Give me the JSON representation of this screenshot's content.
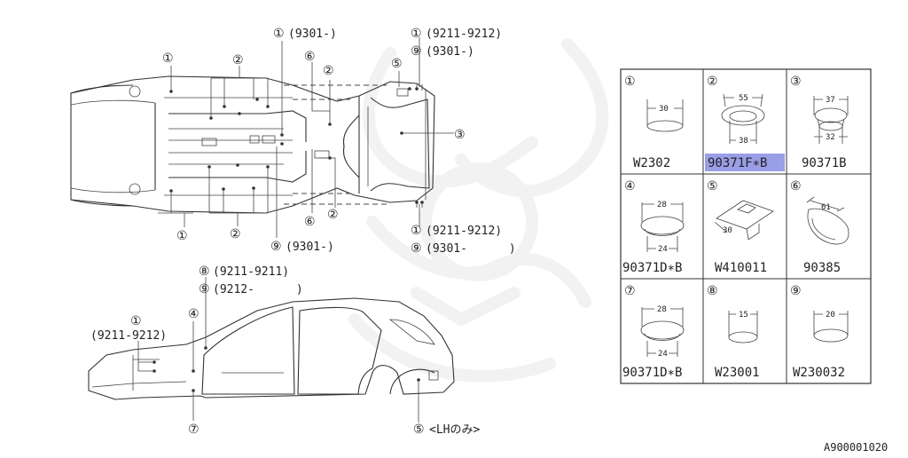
{
  "underbody": {
    "callouts": {
      "c1_top": {
        "num": "①",
        "text": ""
      },
      "c1_9301": {
        "num": "①",
        "text": "(9301-)"
      },
      "c1_9211_top": {
        "num": "①",
        "text": "(9211-9212)"
      },
      "c9_9301_top": {
        "num": "⑨",
        "text": "(9301-)"
      },
      "c2_top": {
        "num": "②",
        "text": ""
      },
      "c6_top": {
        "num": "⑥",
        "text": ""
      },
      "c2_mid": {
        "num": "②",
        "text": ""
      },
      "c5_top": {
        "num": "⑤",
        "text": ""
      },
      "c3_right": {
        "num": "③",
        "text": ""
      },
      "c6_bot": {
        "num": "⑥",
        "text": ""
      },
      "c2_bot_r": {
        "num": "②",
        "text": ""
      },
      "c1_bot": {
        "num": "①",
        "text": ""
      },
      "c2_bot": {
        "num": "②",
        "text": ""
      },
      "c9_9301_bot": {
        "num": "⑨",
        "text": "(9301-)"
      },
      "c1_9211_bot": {
        "num": "①",
        "text": "(9211-9212)"
      },
      "c9_9301_bot2": {
        "num": "⑨",
        "text": "(9301-      )"
      }
    }
  },
  "sidebody": {
    "callouts": {
      "c8": {
        "num": "⑧",
        "text": "(9211-9211)"
      },
      "c9": {
        "num": "⑨",
        "text": "(9212-      )"
      },
      "c1_num": "①",
      "c1_text": "(9211-9212)",
      "c4": "④",
      "c7": "⑦",
      "c5": {
        "num": "⑤",
        "text": "<LHのみ>"
      }
    }
  },
  "parts_table": {
    "cells": [
      {
        "num": "①",
        "part": "W2302",
        "dims": [
          "30"
        ],
        "highlighted": false
      },
      {
        "num": "②",
        "part": "90371F∗B",
        "dims": [
          "55",
          "38"
        ],
        "highlighted": true
      },
      {
        "num": "③",
        "part": "90371B",
        "dims": [
          "37",
          "32"
        ],
        "highlighted": false
      },
      {
        "num": "④",
        "part": "90371D∗B",
        "dims": [
          "28",
          "24"
        ],
        "highlighted": false
      },
      {
        "num": "⑤",
        "part": "W410011",
        "dims": [
          "30"
        ],
        "highlighted": false
      },
      {
        "num": "⑥",
        "part": "90385",
        "dims": [
          "61"
        ],
        "highlighted": false
      },
      {
        "num": "⑦",
        "part": "90371D∗B",
        "dims": [
          "28",
          "24"
        ],
        "highlighted": false
      },
      {
        "num": "⑧",
        "part": "W23001",
        "dims": [
          "15"
        ],
        "highlighted": false
      },
      {
        "num": "⑨",
        "part": "W230032",
        "dims": [
          "20"
        ],
        "highlighted": false
      }
    ],
    "highlight_color": "#9a9ee6"
  },
  "figure_code": "A900001020"
}
